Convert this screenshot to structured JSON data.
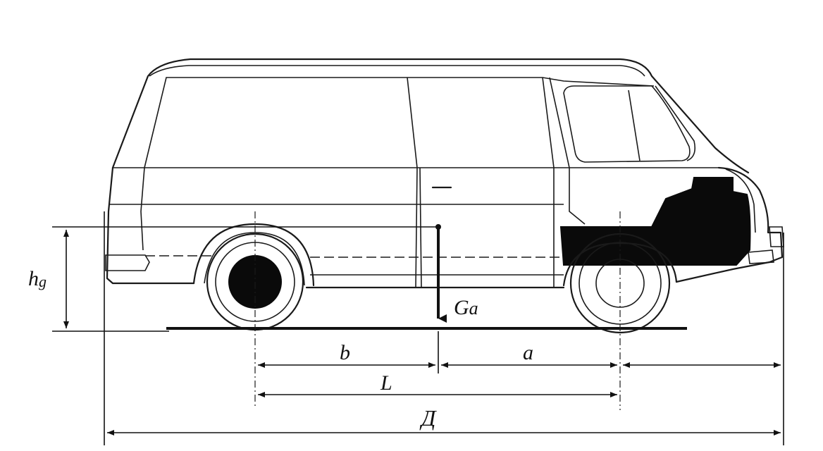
{
  "labels": {
    "height": "h",
    "height_sub": "g",
    "weight": "G",
    "weight_sub": "a",
    "rear_to_cg": "b",
    "cg_to_front": "a",
    "wheelbase": "L",
    "overall_length": "Д"
  }
}
